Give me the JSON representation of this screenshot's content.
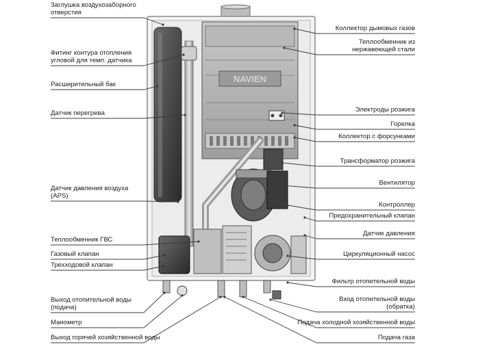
{
  "diagram": {
    "left_labels": [
      {
        "key": "air_intake_plug",
        "lines": [
          "Заглушка воздухозаборного",
          "отверстия"
        ]
      },
      {
        "key": "heating_fitting",
        "lines": [
          "Фитинг контура отопления",
          "угловой для темп. датчика"
        ]
      },
      {
        "key": "expansion_tank",
        "lines": [
          "Расширительный бак"
        ]
      },
      {
        "key": "overheat_sensor",
        "lines": [
          "Датчик перегрева"
        ]
      },
      {
        "key": "air_pressure_sensor",
        "lines": [
          "Датчик давления воздуха",
          "(APS)"
        ]
      },
      {
        "key": "dhw_heat_exchanger",
        "lines": [
          "Теплообменник ГВС"
        ]
      },
      {
        "key": "gas_valve",
        "lines": [
          "Газовый клапан"
        ]
      },
      {
        "key": "three_way_valve",
        "lines": [
          "Трехходовой клапан"
        ]
      },
      {
        "key": "heating_outlet",
        "lines": [
          "Выход отопительной воды",
          "(подача)"
        ]
      },
      {
        "key": "manometer",
        "lines": [
          "Манометр"
        ]
      },
      {
        "key": "hot_water_outlet",
        "lines": [
          "Выход горячей хозяйственной воды"
        ]
      }
    ],
    "right_labels": [
      {
        "key": "flue_collector",
        "lines": [
          "Коллектор дымовых газов"
        ]
      },
      {
        "key": "stainless_heat_exchanger",
        "lines": [
          "Теплообменник из",
          "нержавеющей стали"
        ]
      },
      {
        "key": "ignition_electrodes",
        "lines": [
          "Электроды розжига"
        ]
      },
      {
        "key": "burner",
        "lines": [
          "Горелка"
        ]
      },
      {
        "key": "nozzle_manifold",
        "lines": [
          "Коллектор с форсунками"
        ]
      },
      {
        "key": "ignition_transformer",
        "lines": [
          "Трансформатор розжига"
        ]
      },
      {
        "key": "fan",
        "lines": [
          "Вентилятор"
        ]
      },
      {
        "key": "controller",
        "lines": [
          "Контроллер"
        ]
      },
      {
        "key": "safety_valve",
        "lines": [
          "Предохранительный  клапан"
        ]
      },
      {
        "key": "pressure_sensor",
        "lines": [
          "Датчик давления"
        ]
      },
      {
        "key": "circulation_pump",
        "lines": [
          "Циркуляционный насос"
        ]
      },
      {
        "key": "heating_filter",
        "lines": [
          "Фильтр отопительной воды"
        ]
      },
      {
        "key": "heating_inlet",
        "lines": [
          "Вход отопительной воды",
          "(обратка)"
        ]
      },
      {
        "key": "cold_water_supply",
        "lines": [
          "Подача холодной хозяйственной воды"
        ]
      },
      {
        "key": "gas_supply",
        "lines": [
          "Подача газа"
        ]
      }
    ],
    "heat_exchanger_brand": "NAVIEN"
  },
  "colors": {
    "line": "#3a3a3a",
    "casing": "#f4f4f4",
    "casing_edge": "#8a8a8a",
    "metal_light": "#d9d9d9",
    "metal_mid": "#a8a8a8",
    "metal_dark": "#4a4a4a",
    "text": "#1a1a1a"
  }
}
